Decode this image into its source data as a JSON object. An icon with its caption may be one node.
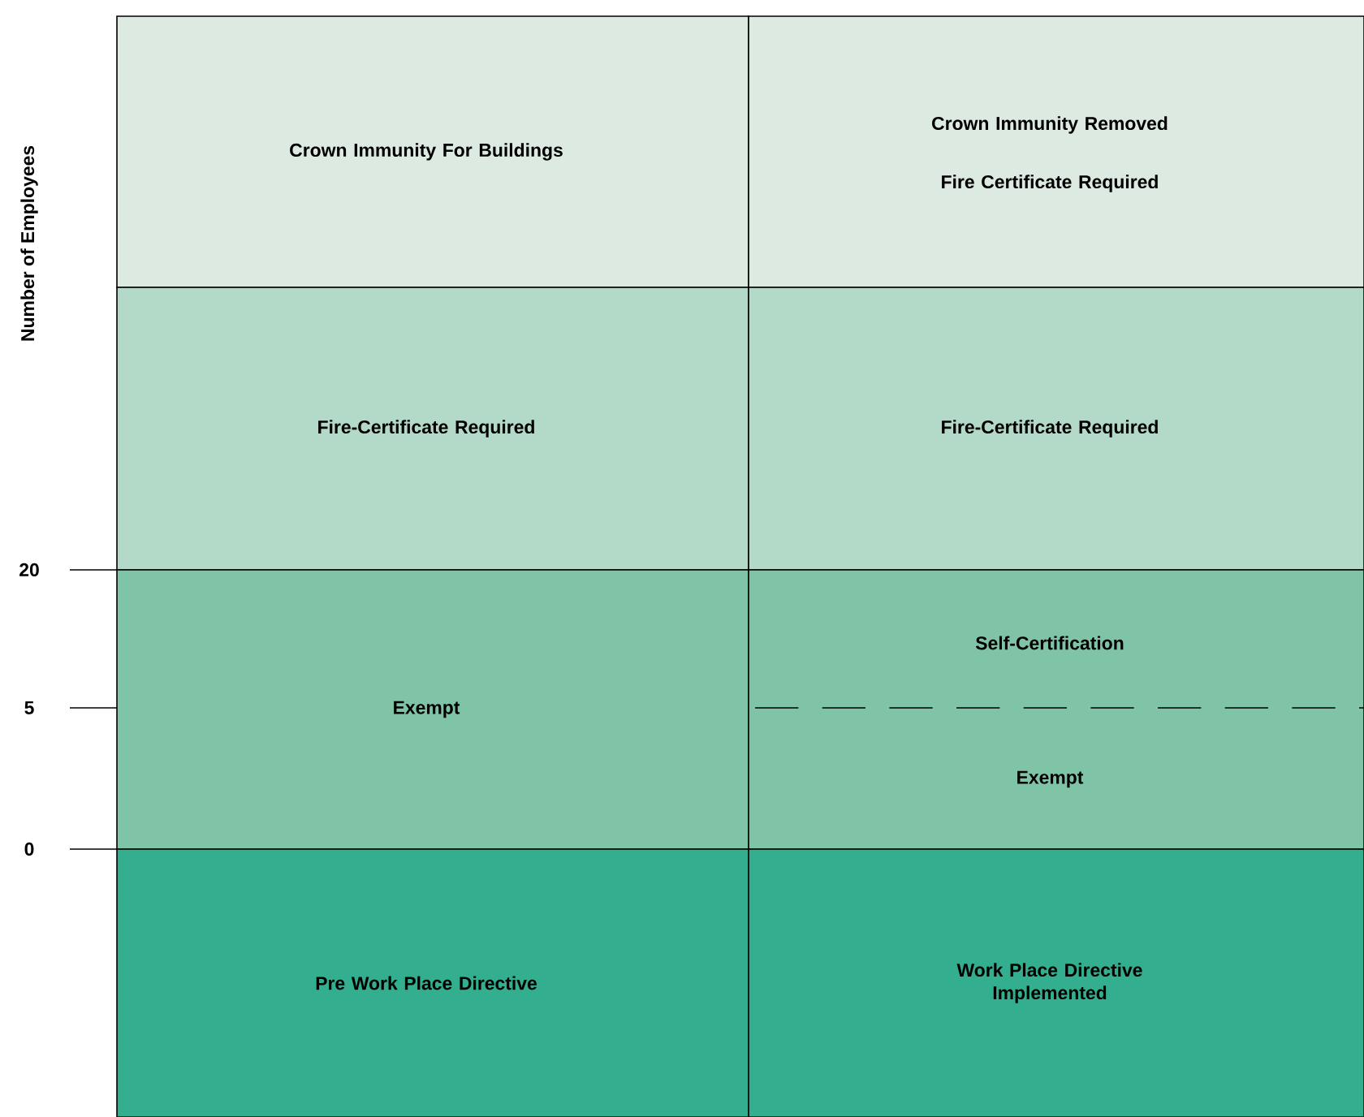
{
  "diagram": {
    "nodes": [
      {
        "text": [
          "Crown Immunity For Buildings"
        ]
      },
      {
        "text": [
          "Crown Immunity Removed",
          "Fire Certificate Required"
        ]
      },
      {
        "text": [
          "Fire-Certificate Required"
        ]
      },
      {
        "text": [
          "Fire-Certificate Required"
        ]
      },
      {
        "text": [
          "Exempt"
        ]
      },
      {
        "text": [
          "Self-Certification",
          "Exempt"
        ]
      },
      {
        "text": [
          "Pre Work Place Directive"
        ]
      },
      {
        "text": [
          "Work Place Directive Implemented"
        ]
      }
    ],
    "edges": [],
    "labels": [
      "Number of Employees",
      "20",
      "5",
      "0"
    ]
  }
}
